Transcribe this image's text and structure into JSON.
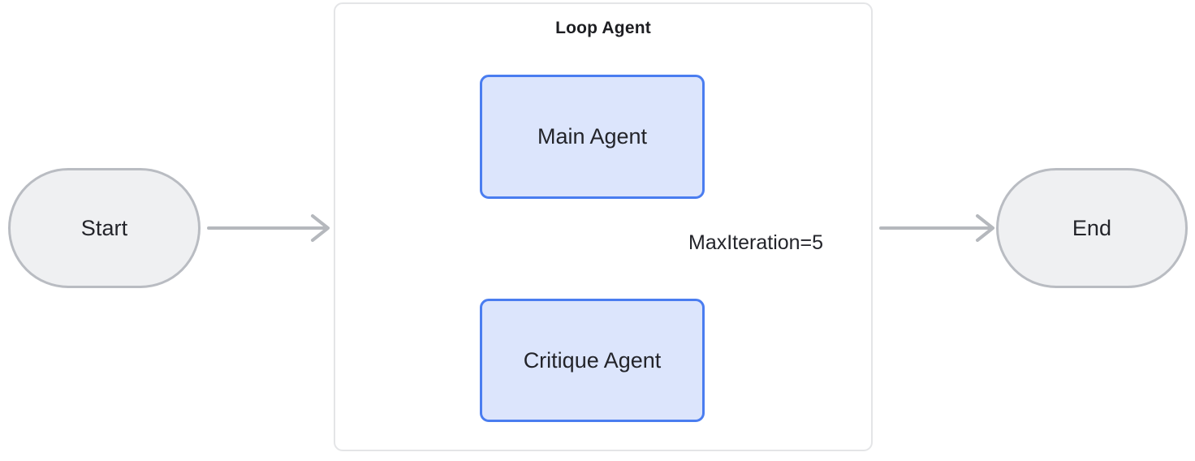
{
  "diagram": {
    "type": "flowchart",
    "background_color": "#ffffff",
    "nodes": {
      "start": {
        "label": "Start",
        "shape": "stadium",
        "fill": "#eff0f2",
        "stroke": "#b9bcc2"
      },
      "end": {
        "label": "End",
        "shape": "stadium",
        "fill": "#eff0f2",
        "stroke": "#b9bcc2"
      },
      "main_agent": {
        "label": "Main Agent",
        "shape": "rounded-rect",
        "fill": "#dce5fc",
        "stroke": "#4a7df0"
      },
      "critique_agent": {
        "label": "Critique Agent",
        "shape": "rounded-rect",
        "fill": "#dce5fc",
        "stroke": "#4a7df0"
      }
    },
    "container": {
      "title": "Loop Agent",
      "fill": "#ffffff",
      "stroke": "#e4e5e7"
    },
    "edges": [
      {
        "from": "start",
        "to": "loop_agent_container",
        "label": "",
        "arrowhead": "open-chevron"
      },
      {
        "from": "main_agent",
        "to": "critique_agent",
        "label": "",
        "arrowhead": "filled-triangle"
      },
      {
        "from": "critique_agent",
        "to": "main_agent",
        "label": "MaxIteration=5",
        "arrowhead": "open-chevron"
      },
      {
        "from": "loop_agent_container",
        "to": "end",
        "label": "",
        "arrowhead": "open-chevron"
      }
    ],
    "edge_color": "#b5b8bd",
    "text_color": "#23242a"
  }
}
